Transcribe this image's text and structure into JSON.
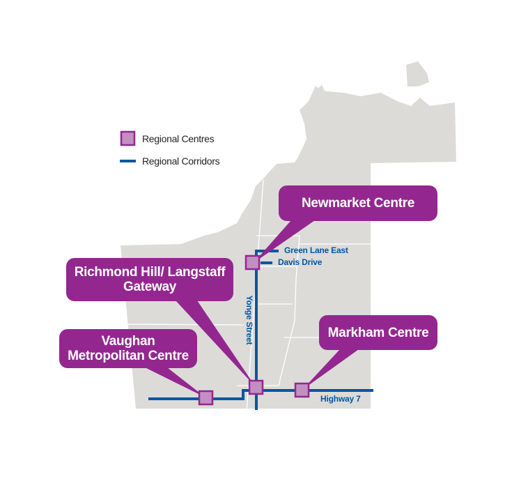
{
  "legend": {
    "centres_label": "Regional Centres",
    "corridors_label": "Regional Corridors"
  },
  "callouts": {
    "newmarket": "Newmarket Centre",
    "richmond_hill": "Richmond Hill/ Langstaff Gateway",
    "vaughan": "Vaughan Metropolitan Centre",
    "markham": "Markham Centre"
  },
  "roads": {
    "green_lane": "Green Lane East",
    "davis": "Davis Drive",
    "yonge": "Yonge Street",
    "highway7": "Highway 7"
  },
  "colors": {
    "land": "#dcdbd8",
    "corridor": "#0057a5",
    "centre_fill": "#c28fc2",
    "centre_stroke": "#93278f",
    "callout": "#93278f"
  }
}
